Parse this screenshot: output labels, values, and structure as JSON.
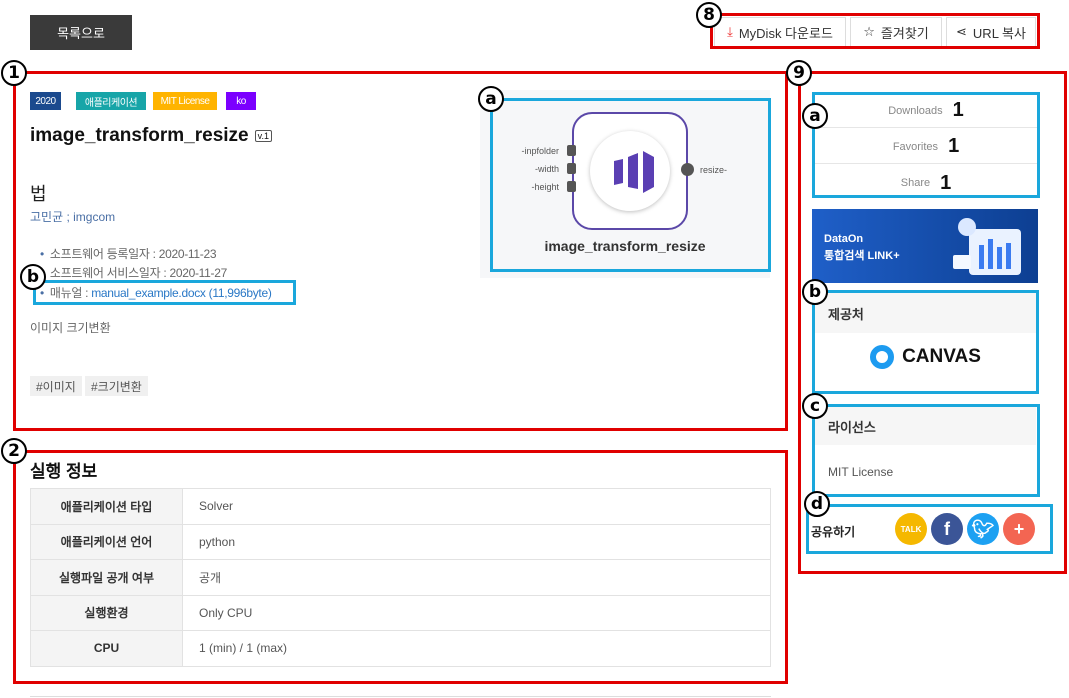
{
  "toolbar": {
    "list_label": "목록으로",
    "mydisk": "MyDisk 다운로드",
    "favorite": "즐겨찾기",
    "url_copy": "URL 복사"
  },
  "markers": {
    "m1": "1",
    "m2": "2",
    "m8": "8",
    "m9": "9",
    "a": "a",
    "b": "b",
    "c": "c",
    "d": "d"
  },
  "badges": [
    "2020",
    "애플리케이션",
    "MIT License",
    "ko"
  ],
  "badge_colors": [
    "#1b4a8e",
    "#17a5a8",
    "#ffb400",
    "#7b00ff"
  ],
  "title": "image_transform_resize",
  "version": "v.1",
  "subtitle": "법",
  "authors": "고민균 ; imgcom",
  "info": {
    "reg_label": "소프트웨어 등록일자 : ",
    "reg": "2020-11-23",
    "svc_label": "소프트웨어 서비스일자 : ",
    "svc": "2020-11-27",
    "manual_label": "매뉴얼 : ",
    "manual": "manual_example.docx (11,996byte)"
  },
  "description": "이미지 크기변환",
  "tags": [
    "#이미지",
    "#크기변환"
  ],
  "diagram": {
    "inputs": [
      "-inpfolder",
      "-width",
      "-height"
    ],
    "output": "resize-",
    "name": "image_transform_resize"
  },
  "exec": {
    "heading": "실행 정보",
    "rows": [
      {
        "k": "애플리케이션 타입",
        "v": "Solver"
      },
      {
        "k": "애플리케이션 언어",
        "v": "python"
      },
      {
        "k": "실행파일 공개 여부",
        "v": "공개"
      },
      {
        "k": "실행환경",
        "v": "Only CPU"
      },
      {
        "k": "CPU",
        "v": "1 (min) / 1 (max)"
      }
    ]
  },
  "stats": [
    {
      "label": "Downloads",
      "value": "1"
    },
    {
      "label": "Favorites",
      "value": "1"
    },
    {
      "label": "Share",
      "value": "1"
    }
  ],
  "banner": {
    "line1": "DataOn",
    "line2": "통합검색 LINK+"
  },
  "provider": {
    "heading": "제공처",
    "name": "CANVAS"
  },
  "license": {
    "heading": "라이선스",
    "value": "MIT License"
  },
  "share": {
    "label": "공유하기",
    "kakao": "TALK"
  }
}
